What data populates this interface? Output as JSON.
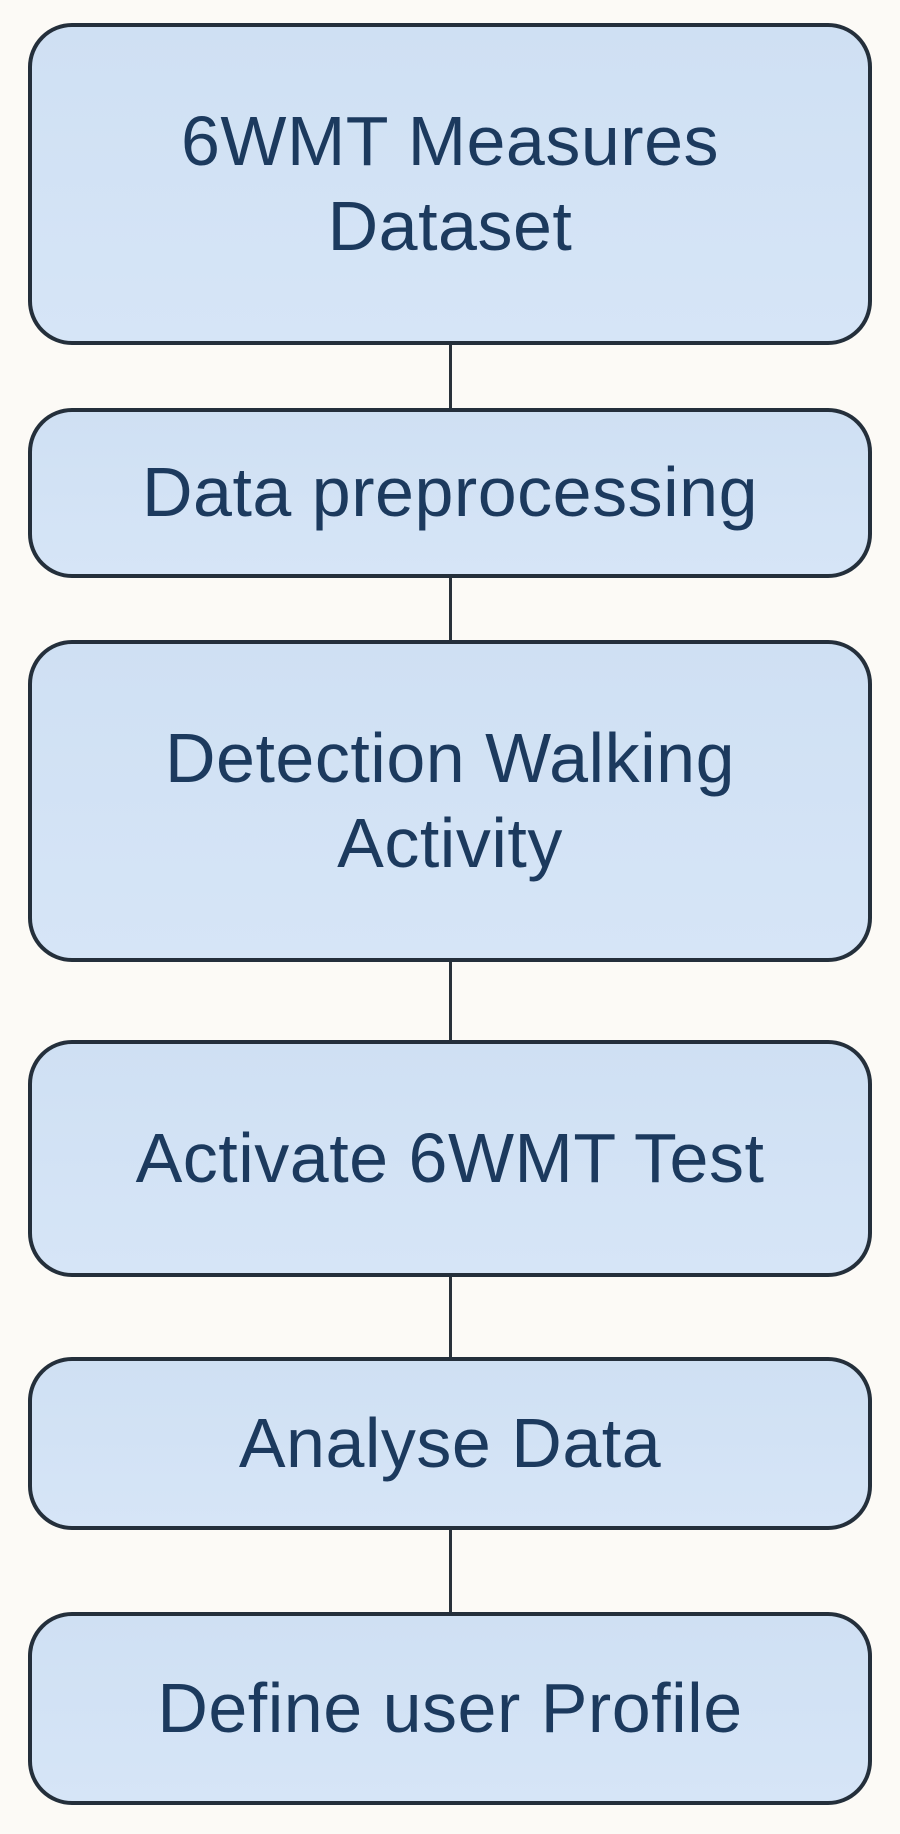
{
  "diagram": {
    "type": "flowchart",
    "direction": "top-to-bottom",
    "nodes": [
      {
        "id": "dataset",
        "label": "6WMT Measures Dataset"
      },
      {
        "id": "preprocessing",
        "label": "Data preprocessing"
      },
      {
        "id": "detection",
        "label": "Detection Walking Activity"
      },
      {
        "id": "activate",
        "label": "Activate 6WMT Test"
      },
      {
        "id": "analyse",
        "label": "Analyse Data"
      },
      {
        "id": "profile",
        "label": "Define user Profile"
      }
    ],
    "edges": [
      {
        "from": "dataset",
        "to": "preprocessing"
      },
      {
        "from": "preprocessing",
        "to": "detection"
      },
      {
        "from": "detection",
        "to": "activate"
      },
      {
        "from": "activate",
        "to": "analyse"
      },
      {
        "from": "analyse",
        "to": "profile"
      }
    ]
  },
  "colors": {
    "bg": "#fcfaf6",
    "node-fill-top": "#cfe0f3",
    "node-fill-bottom": "#d6e5f7",
    "node-border": "#242f3b",
    "node-text": "#1c3a5e",
    "connector": "#29313a"
  }
}
